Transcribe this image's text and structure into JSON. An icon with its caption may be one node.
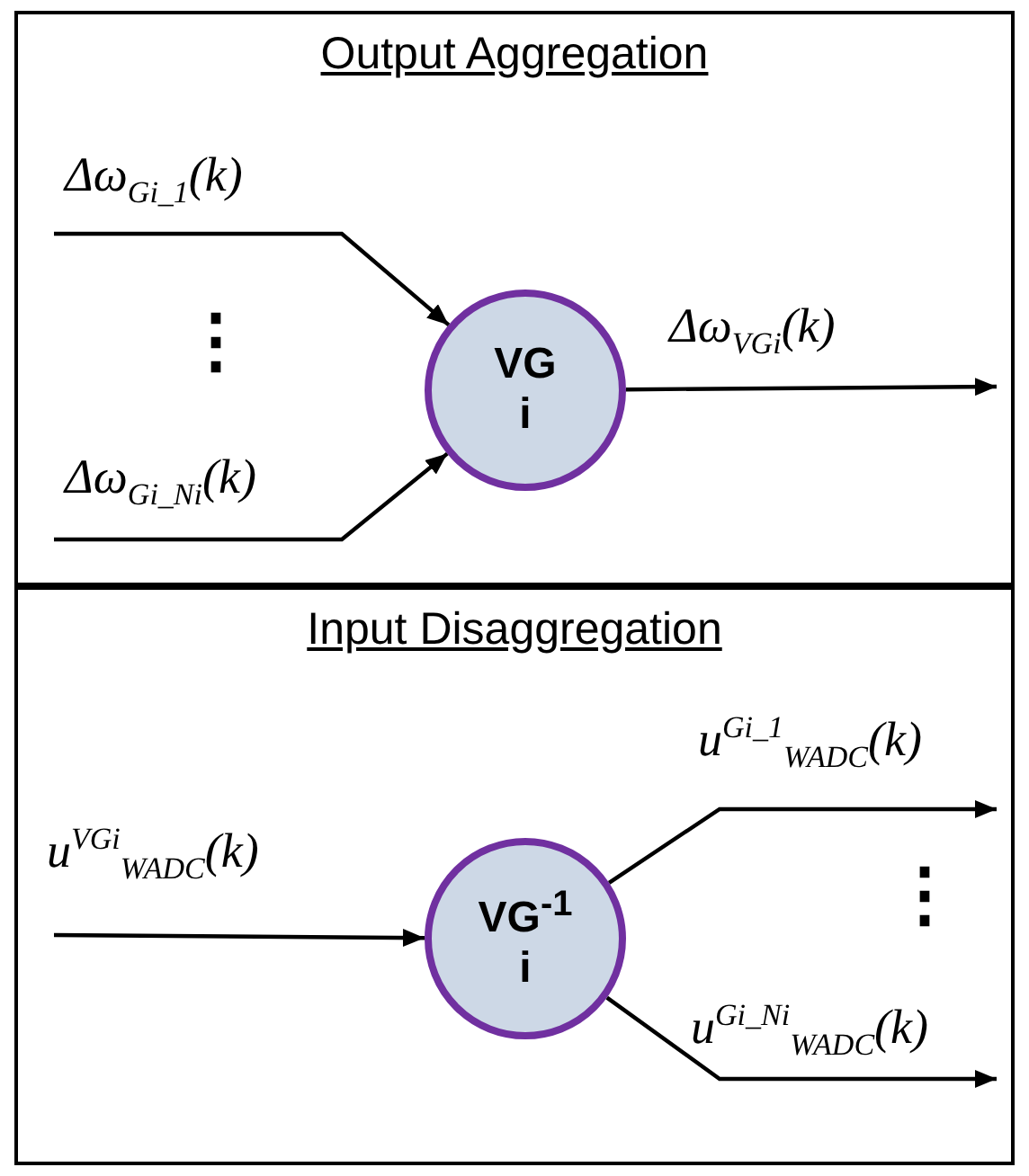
{
  "diagram": {
    "nodes": [
      {
        "text": [
          "Output Aggregation"
        ]
      },
      {
        "text": [
          "VG i"
        ],
        "in": 0
      },
      {
        "text": [
          "Input Disaggregation"
        ]
      },
      {
        "text": [
          "VG$^{-1}$ i"
        ],
        "in": 2
      }
    ],
    "edges": [
      {
        "from": null,
        "to": 1,
        "arrow": "to",
        "label": "Δω$_{Gi_1}$(k)"
      },
      {
        "from": null,
        "to": 1,
        "arrow": "to",
        "label": "Δω$_{Gi_Ni}$(k)"
      },
      {
        "from": 1,
        "to": null,
        "arrow": "to",
        "label": "Δω$_{VGi}$(k)"
      },
      {
        "from": null,
        "to": 3,
        "arrow": "to",
        "label": "u$^{VGi}$$_{WADC}$(k)"
      },
      {
        "from": 3,
        "to": null,
        "arrow": "to",
        "label": "u$^{Gi_1}$$_{WADC}$(k)"
      },
      {
        "from": 3,
        "to": null,
        "arrow": "to",
        "label": "u$^{Gi_Ni}$$_{WADC}$(k)"
      }
    ],
    "labels": [
      "⋮",
      "⋮"
    ]
  }
}
